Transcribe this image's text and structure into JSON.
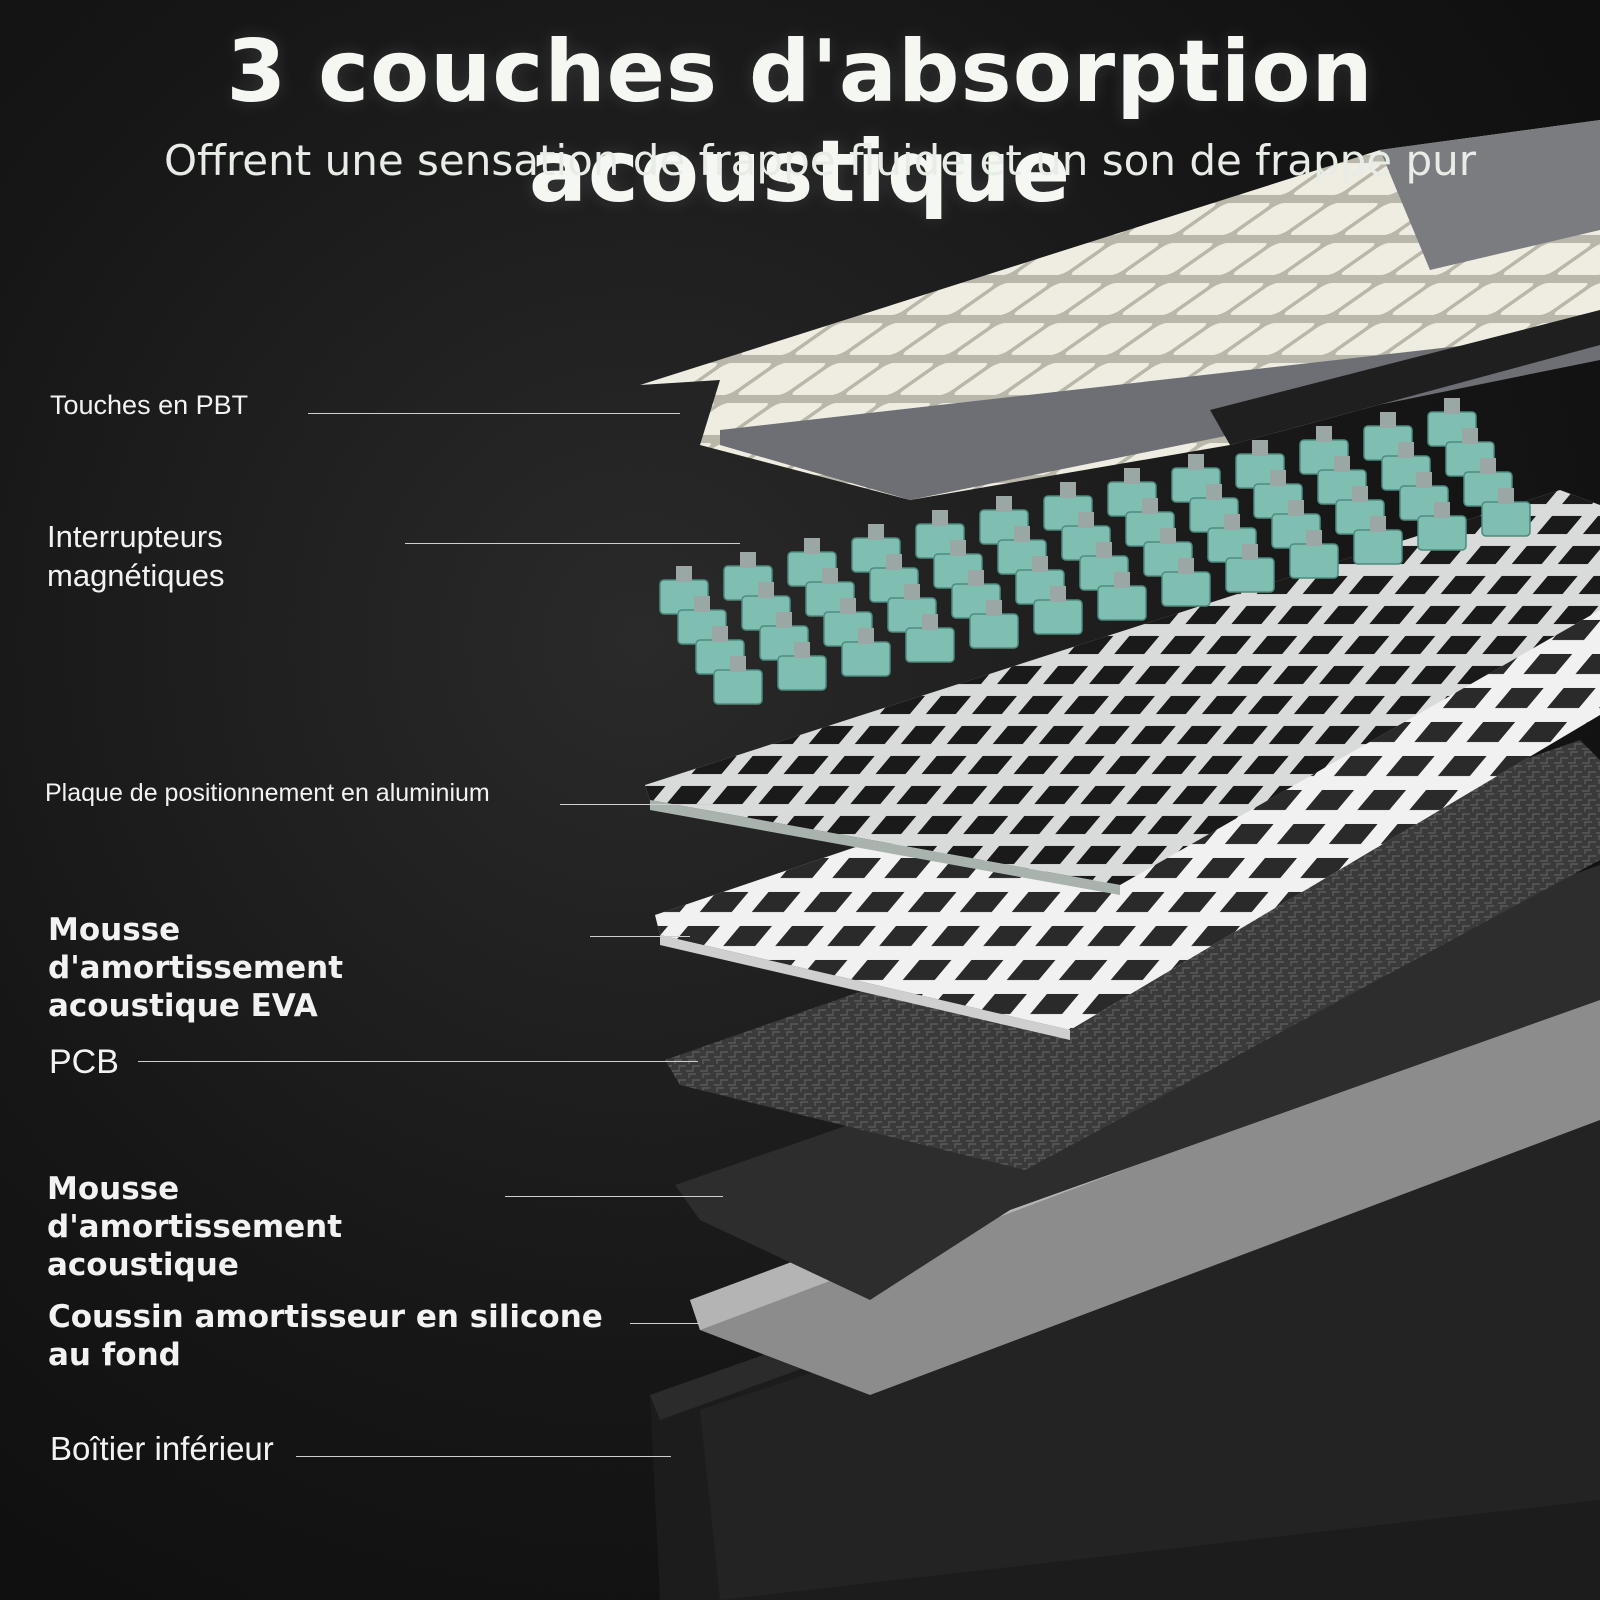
{
  "header": {
    "title": "3 couches d'absorption acoustique",
    "subtitle": "Offrent une sensation de frappe fluide et un son de frappe pur"
  },
  "layers": [
    {
      "id": "keycaps",
      "label": "Touches en PBT"
    },
    {
      "id": "switches",
      "label": "Interrupteurs magnétiques"
    },
    {
      "id": "plate",
      "label": "Plaque de positionnement en aluminium"
    },
    {
      "id": "eva-foam",
      "label": "Mousse d'amortissement acoustique EVA"
    },
    {
      "id": "pcb",
      "label": "PCB"
    },
    {
      "id": "foam",
      "label": "Mousse d'amortissement acoustique"
    },
    {
      "id": "silicone",
      "label": "Coussin amortisseur en silicone au fond"
    },
    {
      "id": "case",
      "label": "Boîtier inférieur"
    }
  ],
  "colors": {
    "background": "#161616",
    "keycap_white": "#ece9dc",
    "keycap_gray": "#6f7176",
    "switch_teal": "#7fbfb2",
    "plate": "#d9dcda",
    "eva": "#f2f2f2",
    "pcb": "#2e2e2e",
    "case": "#1d1d1d"
  }
}
